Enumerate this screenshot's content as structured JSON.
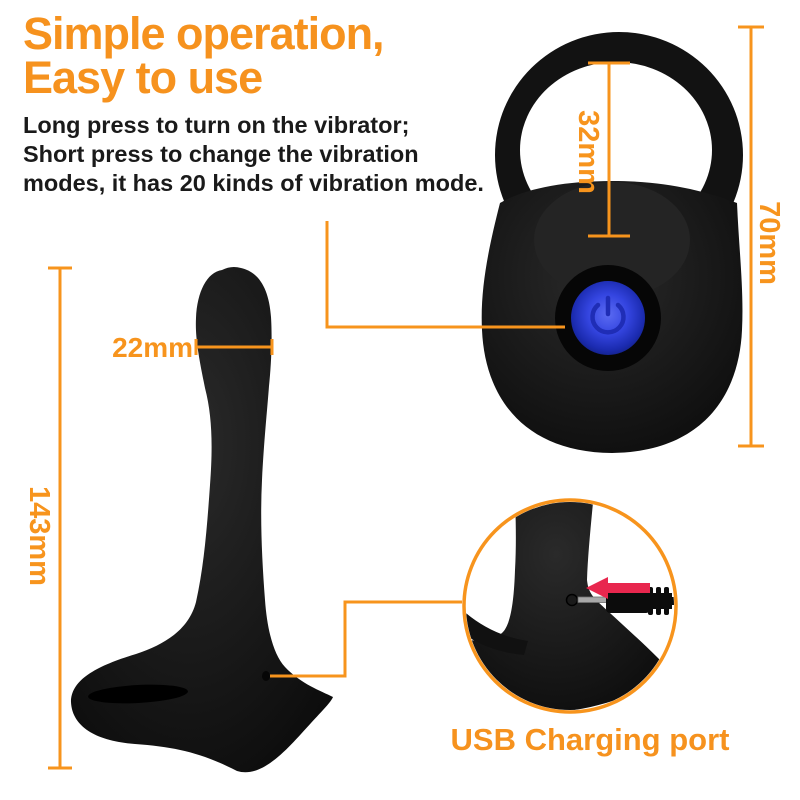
{
  "colors": {
    "accent_orange": "#F7941D",
    "title_orange": "#F6921E",
    "button_blue": "#3445E0",
    "button_glow_blue": "#5B6BF2",
    "arrow_red": "#E8274E",
    "product_black": "#141414"
  },
  "header": {
    "title_line1": "Simple operation,",
    "title_line2": "Easy to use"
  },
  "description": {
    "line1": "Long press to turn on the vibrator;",
    "line2": "Short press to change the vibration",
    "line3": "modes, it has 20 kinds of vibration mode."
  },
  "measurements": {
    "ring_inner_height": "32mm",
    "ring_total_height": "70mm",
    "tip_width": "22mm",
    "total_length": "143mm"
  },
  "inset": {
    "caption": "USB Charging port"
  }
}
